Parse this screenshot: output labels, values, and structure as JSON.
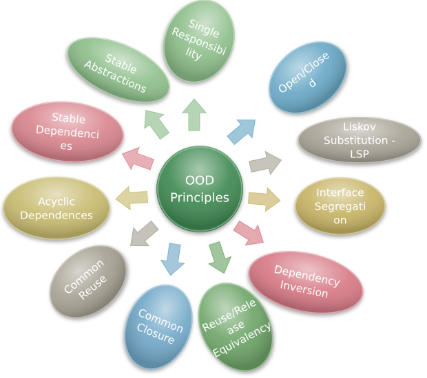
{
  "center": {
    "lines": [
      "OOD",
      "Principles"
    ],
    "color": "#3f8a52"
  },
  "principles": [
    {
      "lines": [
        "Single",
        "Responsibi",
        "lity"
      ],
      "color": "#8fbf8c"
    },
    {
      "lines": [
        "Open/Close",
        "d"
      ],
      "color": "#6aa9c6"
    },
    {
      "lines": [
        "Liskov",
        "Substitution -",
        "LSP"
      ],
      "color": "#a9a497"
    },
    {
      "lines": [
        "Interface",
        "Segregati",
        "on"
      ],
      "color": "#c7b466"
    },
    {
      "lines": [
        "Dependency",
        "Inversion"
      ],
      "color": "#d77a86"
    },
    {
      "lines": [
        "Reuse/Rele",
        "ase",
        "Equivalency"
      ],
      "color": "#6fa66b"
    },
    {
      "lines": [
        "Common",
        "Closure"
      ],
      "color": "#73a9c9"
    },
    {
      "lines": [
        "Common",
        "Reuse"
      ],
      "color": "#a6a193"
    },
    {
      "lines": [
        "Acyclic",
        "Dependences"
      ],
      "color": "#c8bb70"
    },
    {
      "lines": [
        "Stable",
        "Dependenci",
        "es"
      ],
      "color": "#d9858e"
    },
    {
      "lines": [
        "Stable",
        "Abstractions"
      ],
      "color": "#8fbf8c"
    }
  ]
}
